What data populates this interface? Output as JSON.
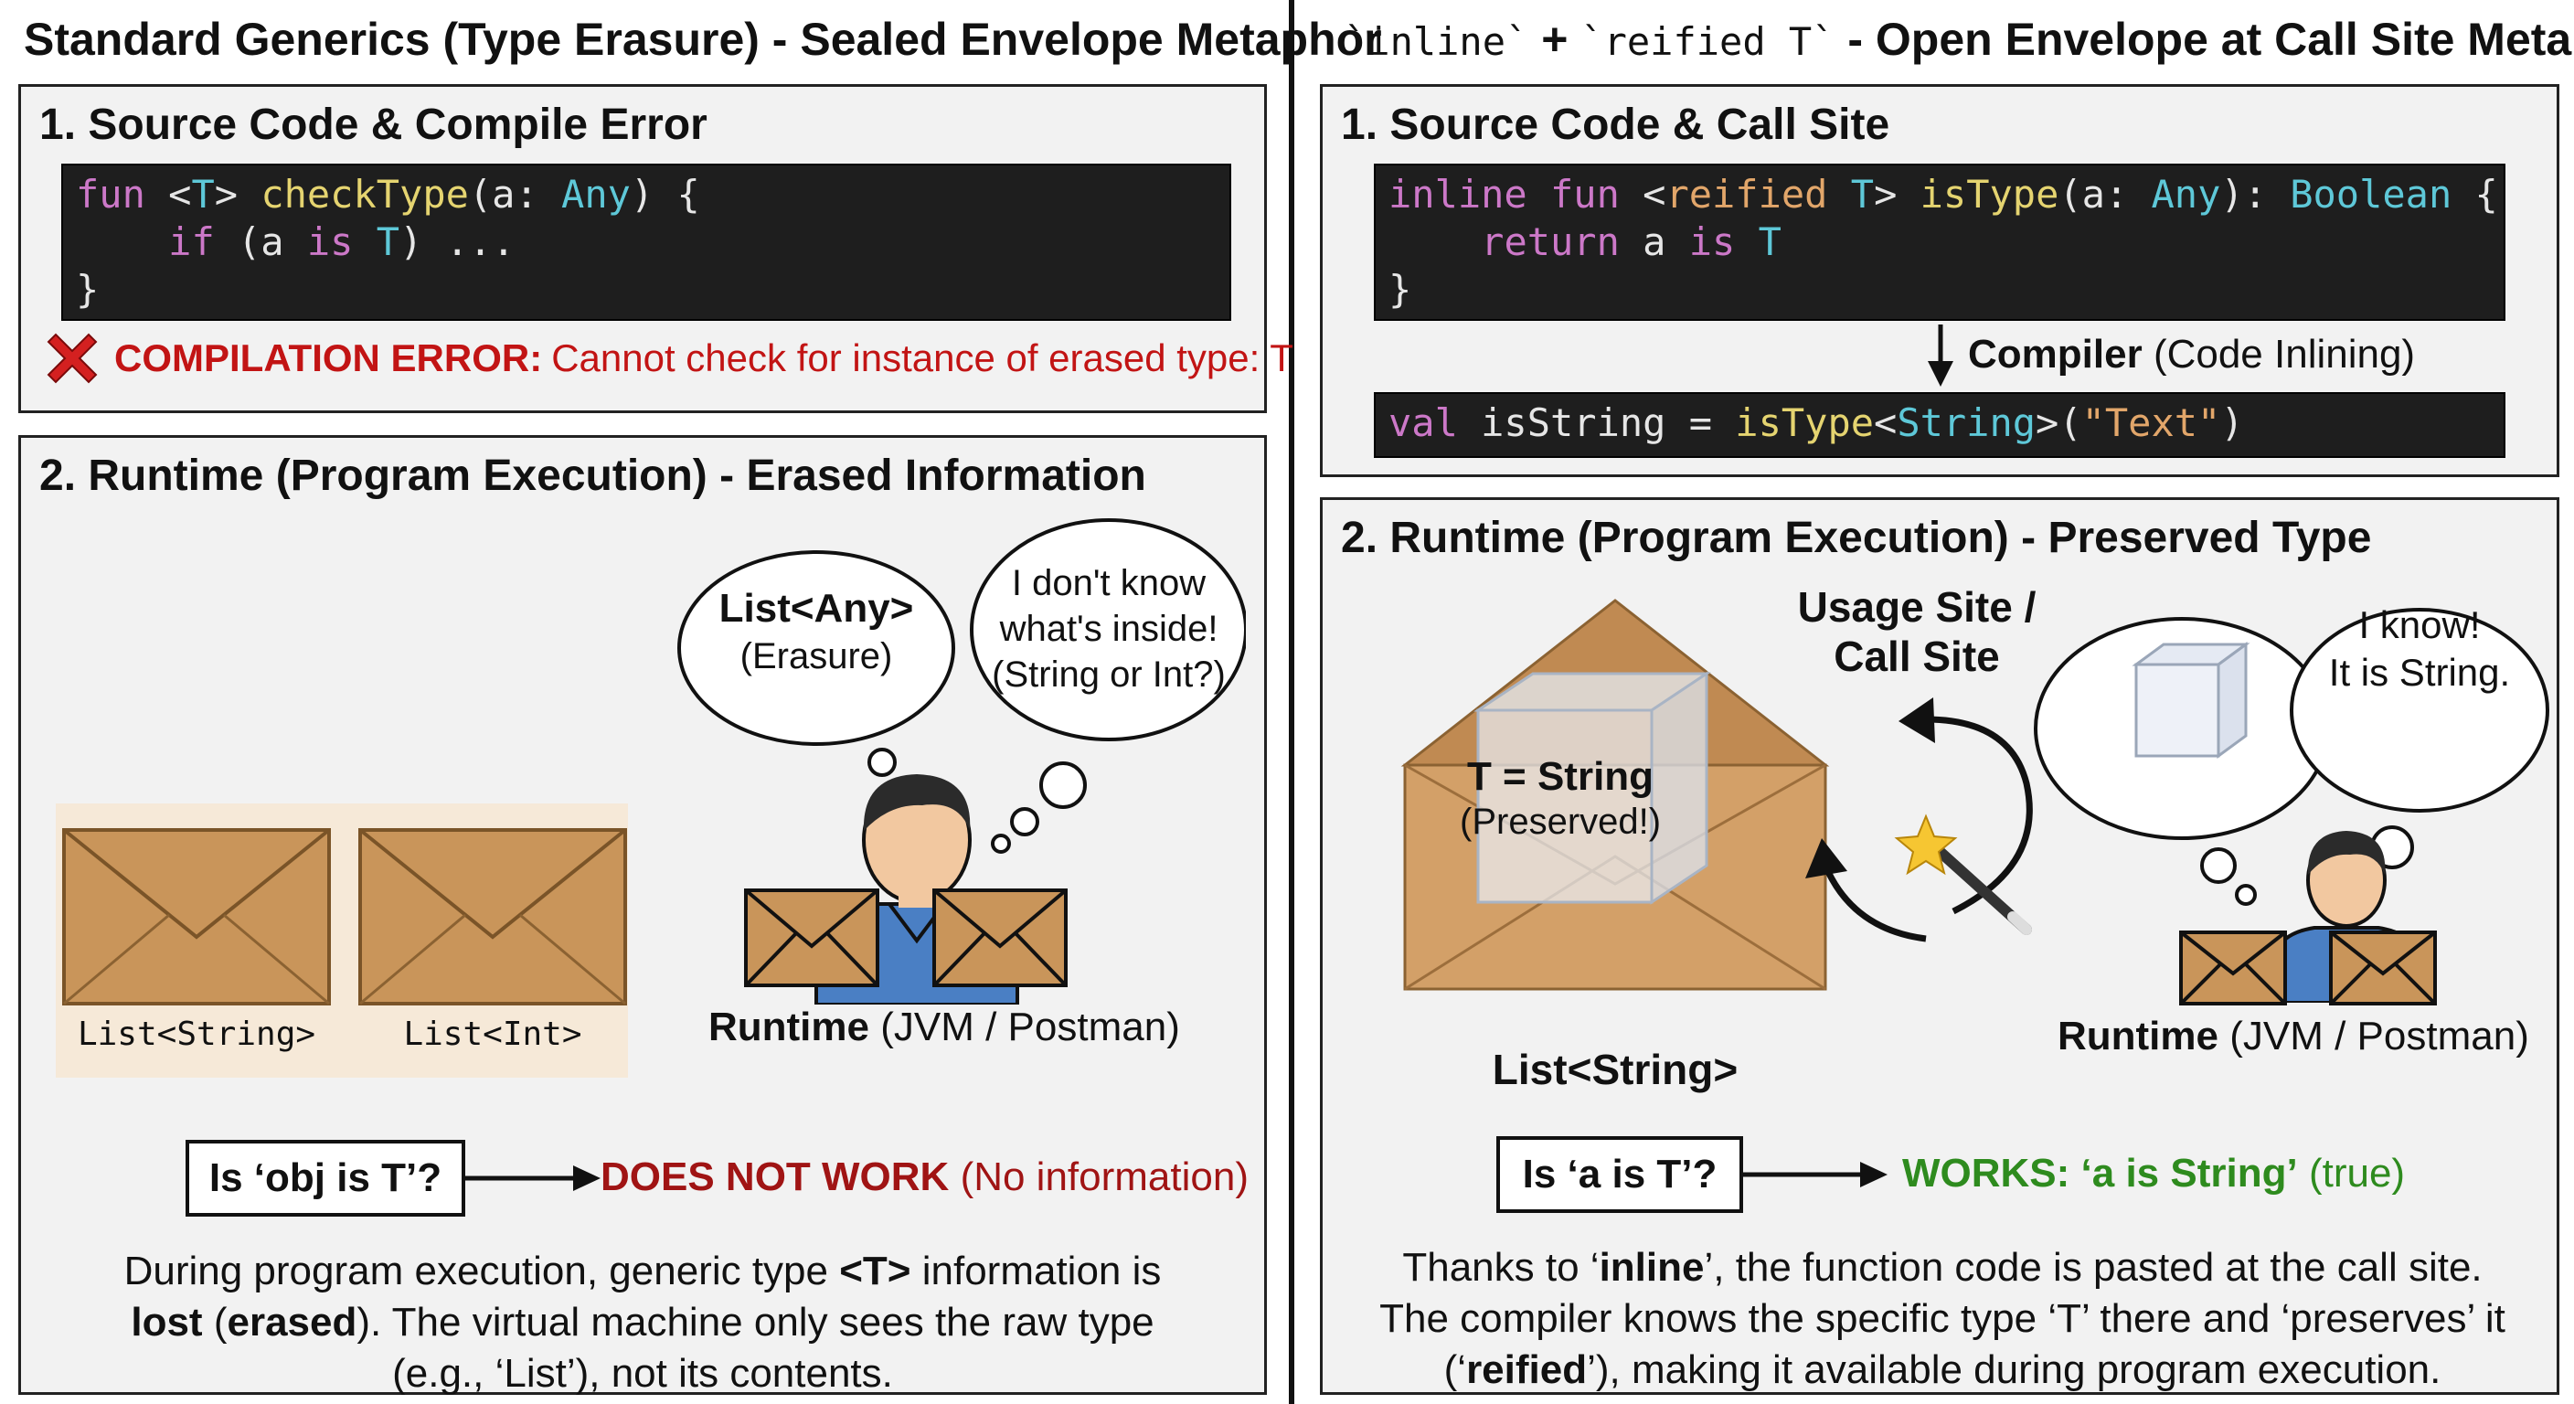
{
  "left": {
    "title": "Standard Generics (Type Erasure) - Sealed Envelope Metaphor",
    "panel1": {
      "title": "1. Source Code & Compile Error",
      "error_label": "COMPILATION ERROR:",
      "error_text": "Cannot check for instance of erased type: T"
    },
    "panel2": {
      "title": "2. Runtime (Program Execution) - Erased Information",
      "bubble_type": "List<Any>",
      "bubble_type_sub": "(Erasure)",
      "thought_line1": "I don't know",
      "thought_line2": "what's inside!",
      "thought_line3": "(String or Int?)",
      "envelope1_label": "List<String>",
      "envelope2_label": "List<Int>",
      "runtime_bold": "Runtime",
      "runtime_rest": "(JVM / Postman)",
      "question": "Is ‘obj is T’?",
      "result_bold": "DOES NOT WORK",
      "result_rest": "(No information)",
      "para_a": "During program execution, generic type ",
      "para_b": "<T>",
      "para_c": " information is",
      "para_d": "lost",
      "para_e": " (",
      "para_f": "erased",
      "para_g": "). The virtual machine only sees the raw type",
      "para_h": "(e.g., ‘List’), not its contents."
    }
  },
  "right": {
    "title_code1": "`inline`",
    "title_plus": "+",
    "title_code2": "`reified T`",
    "title_rest": "- Open Envelope at Call Site Metaphor",
    "panel1": {
      "title": "1. Source Code & Call Site",
      "compiler_bold": "Compiler",
      "compiler_rest": "(Code Inlining)"
    },
    "panel2": {
      "title": "2. Runtime (Program Execution) - Preserved Type",
      "usage_line1": "Usage Site /",
      "usage_line2": "Call Site",
      "cube_label": "T = String",
      "cube_sub": "(Preserved!)",
      "envelope_label": "List<String>",
      "thought_line1": "I know!",
      "thought_line2": "It is String.",
      "runtime_bold": "Runtime",
      "runtime_rest": "(JVM / Postman)",
      "question": "Is ‘a is T’?",
      "result_bold": "WORKS: ‘a is String’",
      "result_rest": "(true)",
      "para_a": "Thanks to ‘",
      "para_b": "inline",
      "para_c": "’, the function code is pasted at the call site.",
      "para_d": "The compiler knows the specific type ‘T’ there and ‘preserves’ it",
      "para_e": "(‘",
      "para_f": "reified",
      "para_g": "’), making it available during program execution."
    }
  },
  "code": {
    "l_fun": "fun",
    "l_lt": " <",
    "l_T": "T",
    "l_gt": "> ",
    "l_check": "checkType",
    "l_paren": "(a: ",
    "l_any": "Any",
    "l_close": ") {",
    "l_indent": "    ",
    "l_if": "if",
    "l_open2": " (a ",
    "l_is": "is",
    "l_sp": " ",
    "l_T2": "T",
    "l_dots": ") ...",
    "l_brace": "}",
    "r_inline": "inline",
    "r_sp1": " ",
    "r_fun": "fun",
    "r_lt": " <",
    "r_reified": "reified",
    "r_sp2": " ",
    "r_T": "T",
    "r_gt": "> ",
    "r_istype": "isType",
    "r_paren": "(a: ",
    "r_any": "Any",
    "r_colon": "): ",
    "r_bool": "Boolean",
    "r_open": " {",
    "r_indent": "    ",
    "r_return": "return",
    "r_a": " a ",
    "r_is": "is",
    "r_sp3": " ",
    "r_T2": "T",
    "r_brace": "}",
    "v_val": "val",
    "v_name": " isString = ",
    "v_istype": "isType",
    "v_lt": "<",
    "v_string": "String",
    "v_gt": ">(",
    "v_text": "\"Text\"",
    "v_close": ")"
  },
  "colors": {
    "error_red": "#c21414",
    "works_green": "#2e8b1e",
    "envelope": "#c9955a",
    "code_bg": "#1e1e1e"
  },
  "icons": [
    "error-x-icon",
    "person-icon",
    "envelope-icon",
    "glass-cube-icon",
    "magic-wand-icon",
    "arrow-icon"
  ]
}
